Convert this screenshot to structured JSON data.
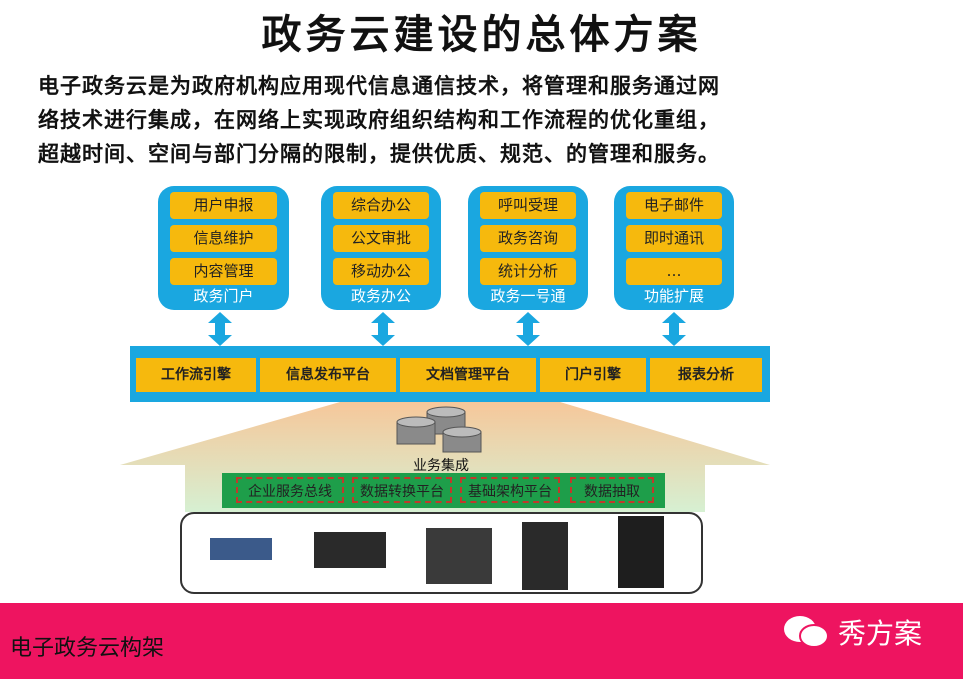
{
  "title": "政务云建设的总体方案",
  "description": [
    "电子政务云是为政府机构应用现代信息通信技术，将管理和服务通过网",
    "络技术进行集成，在网络上实现政府组织结构和工作流程的优化重组，",
    "超越时间、空间与部门分隔的限制，提供优质、规范、的管理和服务。"
  ],
  "modules": [
    {
      "label": "政务门户",
      "items": [
        "用户申报",
        "信息维护",
        "内容管理"
      ]
    },
    {
      "label": "政务办公",
      "items": [
        "综合办公",
        "公文审批",
        "移动办公"
      ]
    },
    {
      "label": "政务一号通",
      "items": [
        "呼叫受理",
        "政务咨询",
        "统计分析"
      ]
    },
    {
      "label": "功能扩展",
      "items": [
        "电子邮件",
        "即时通讯",
        "…"
      ]
    }
  ],
  "platform": [
    "工作流引擎",
    "信息发布平台",
    "文档管理平台",
    "门户引擎",
    "报表分析"
  ],
  "integration_label": "业务集成",
  "integration": [
    "企业服务总线",
    "数据转换平台",
    "基础架构平台",
    "数据抽取"
  ],
  "footer": {
    "caption": "电子政务云构架",
    "brand": "秀方案"
  },
  "colors": {
    "blue": "#1aa7e0",
    "yellow": "#f6b90d",
    "green": "#1e9e4a",
    "footer": "#ee1460"
  }
}
